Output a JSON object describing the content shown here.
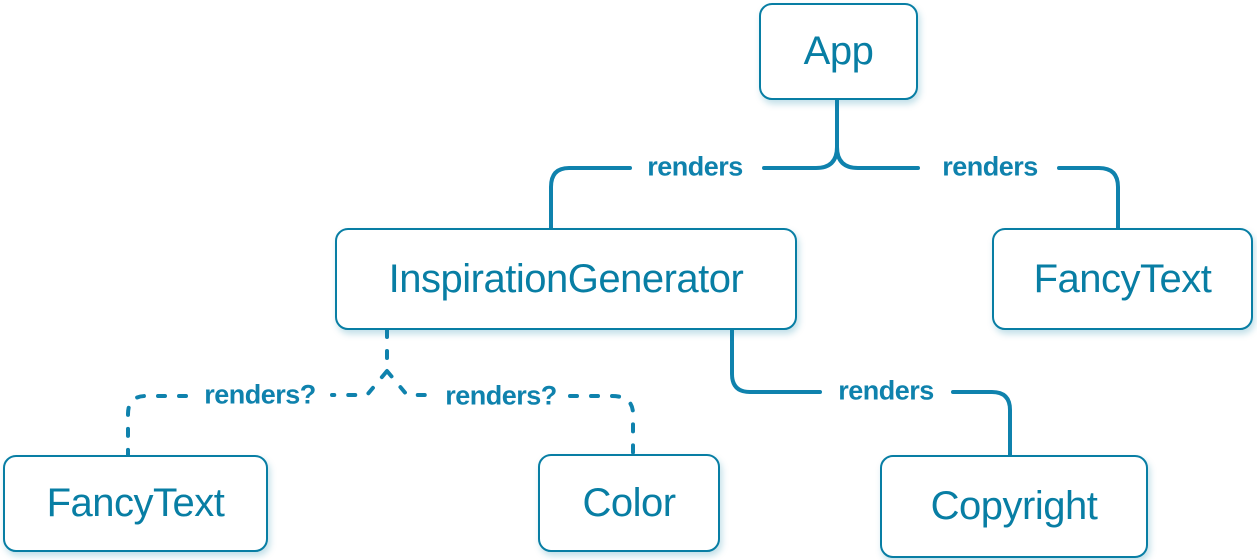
{
  "colors": {
    "background": "#ffffff",
    "node_fill": "#ffffff",
    "node_border": "#087ea4",
    "node_text": "#087ea4",
    "connector": "#0f82ad",
    "label_text": "#0f82ad"
  },
  "nodes": {
    "app": {
      "label": "App"
    },
    "inspiration_generator": {
      "label": "InspirationGenerator"
    },
    "fancy_text_top": {
      "label": "FancyText"
    },
    "fancy_text_bottom": {
      "label": "FancyText"
    },
    "color": {
      "label": "Color"
    },
    "copyright": {
      "label": "Copyright"
    }
  },
  "edges": {
    "app_to_inspiration_generator": {
      "label": "renders",
      "style": "solid"
    },
    "app_to_fancy_text": {
      "label": "renders",
      "style": "solid"
    },
    "inspiration_generator_to_fancy_text": {
      "label": "renders?",
      "style": "dashed"
    },
    "inspiration_generator_to_color": {
      "label": "renders?",
      "style": "dashed"
    },
    "inspiration_generator_to_copyright": {
      "label": "renders",
      "style": "solid"
    }
  }
}
